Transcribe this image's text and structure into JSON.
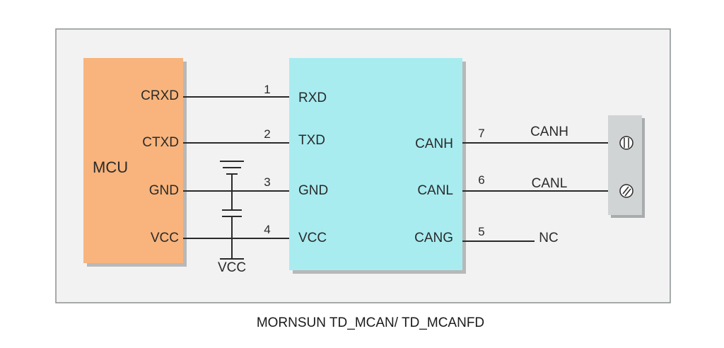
{
  "caption": "MORNSUN TD_MCAN/ TD_MCANFD",
  "mcu": {
    "title": "MCU",
    "pins": [
      "CRXD",
      "CTXD",
      "GND",
      "VCC"
    ]
  },
  "transceiver": {
    "left_pins": [
      {
        "num": "1",
        "label": "RXD"
      },
      {
        "num": "2",
        "label": "TXD"
      },
      {
        "num": "3",
        "label": "GND"
      },
      {
        "num": "4",
        "label": "VCC"
      }
    ],
    "right_pins": [
      {
        "num": "7",
        "label": "CANH",
        "net": "CANH"
      },
      {
        "num": "6",
        "label": "CANL",
        "net": "CANL"
      },
      {
        "num": "5",
        "label": "CANG",
        "net": "NC"
      }
    ]
  },
  "capacitor": {
    "supply_label": "VCC"
  },
  "colors": {
    "background_panel": "#f2f2f2",
    "panel_border": "#8a9090",
    "mcu_fill": "#f8b47c",
    "transceiver_fill": "#a8ecf0",
    "connector_fill": "#d0d4d4",
    "wire": "#2a2a2a"
  }
}
